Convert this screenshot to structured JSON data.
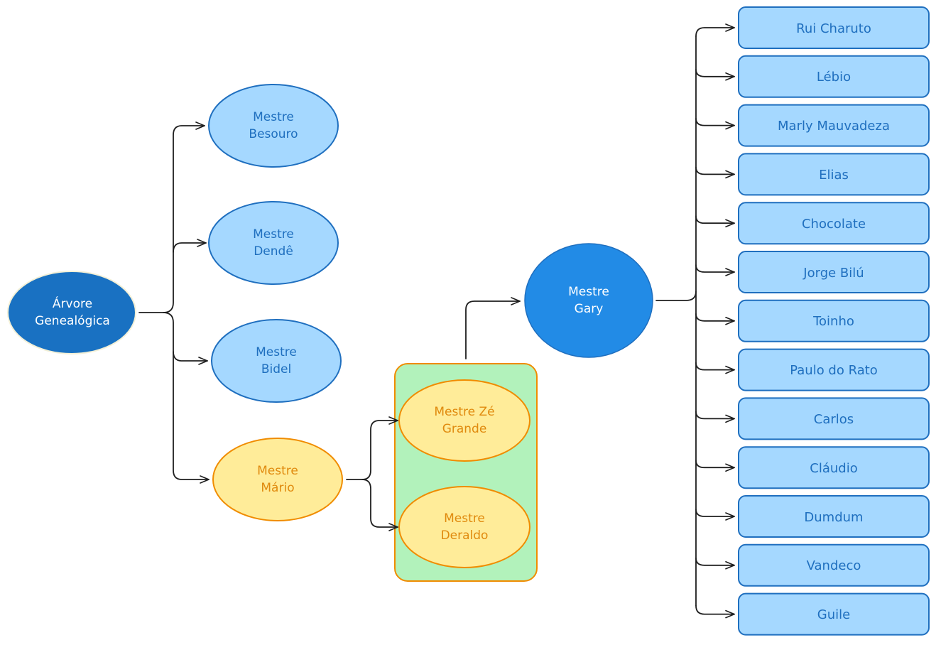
{
  "colors": {
    "root_fill": "#1971c2",
    "blue_fill": "#a5d8ff",
    "blue_stroke": "#1f6fbf",
    "gary_fill": "#228be6",
    "orange_fill": "#ffec99",
    "orange_stroke": "#f08c00",
    "group_fill": "#b2f2bb",
    "arrow": "#1e1e1e"
  },
  "diagram": {
    "root": {
      "label": "Árvore\nGenealógica"
    },
    "first_level": [
      {
        "id": "besouro",
        "label": "Mestre\nBesouro"
      },
      {
        "id": "dende",
        "label": "Mestre\nDendê"
      },
      {
        "id": "bidel",
        "label": "Mestre\nBidel"
      },
      {
        "id": "mario",
        "label": "Mestre\nMário"
      }
    ],
    "mario_students": [
      {
        "id": "ze-grande",
        "label": "Mestre Zé\nGrande"
      },
      {
        "id": "deraldo",
        "label": "Mestre\nDeraldo"
      }
    ],
    "gary": {
      "label": "Mestre\nGary"
    },
    "gary_students": [
      "Rui Charuto",
      "Lébio",
      "Marly Mauvadeza",
      "Elias",
      "Chocolate",
      "Jorge Bilú",
      "Toinho",
      "Paulo do Rato",
      "Carlos",
      "Cláudio",
      "Dumdum",
      "Vandeco",
      "Guile"
    ]
  }
}
